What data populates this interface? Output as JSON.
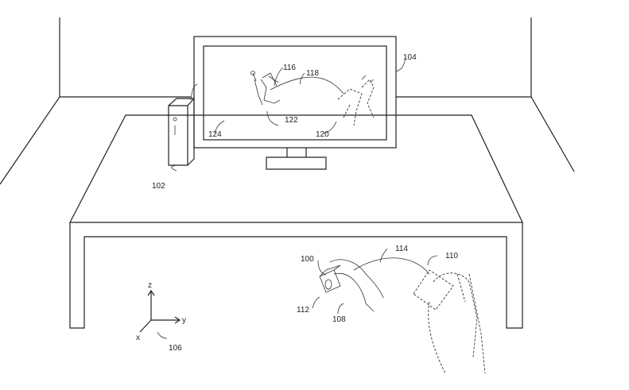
{
  "labels": {
    "console": "102",
    "display": "104",
    "controller": "100",
    "hand": "108",
    "hand_moved": "110",
    "hand_path": "114",
    "controller_motion": "112",
    "avatar": "116",
    "avatar_path": "118",
    "avatar_moved": "120",
    "avatar_motion": "122",
    "screen": "124",
    "axes": "106"
  },
  "axes": {
    "z": "z",
    "y": "y",
    "x": "x"
  }
}
